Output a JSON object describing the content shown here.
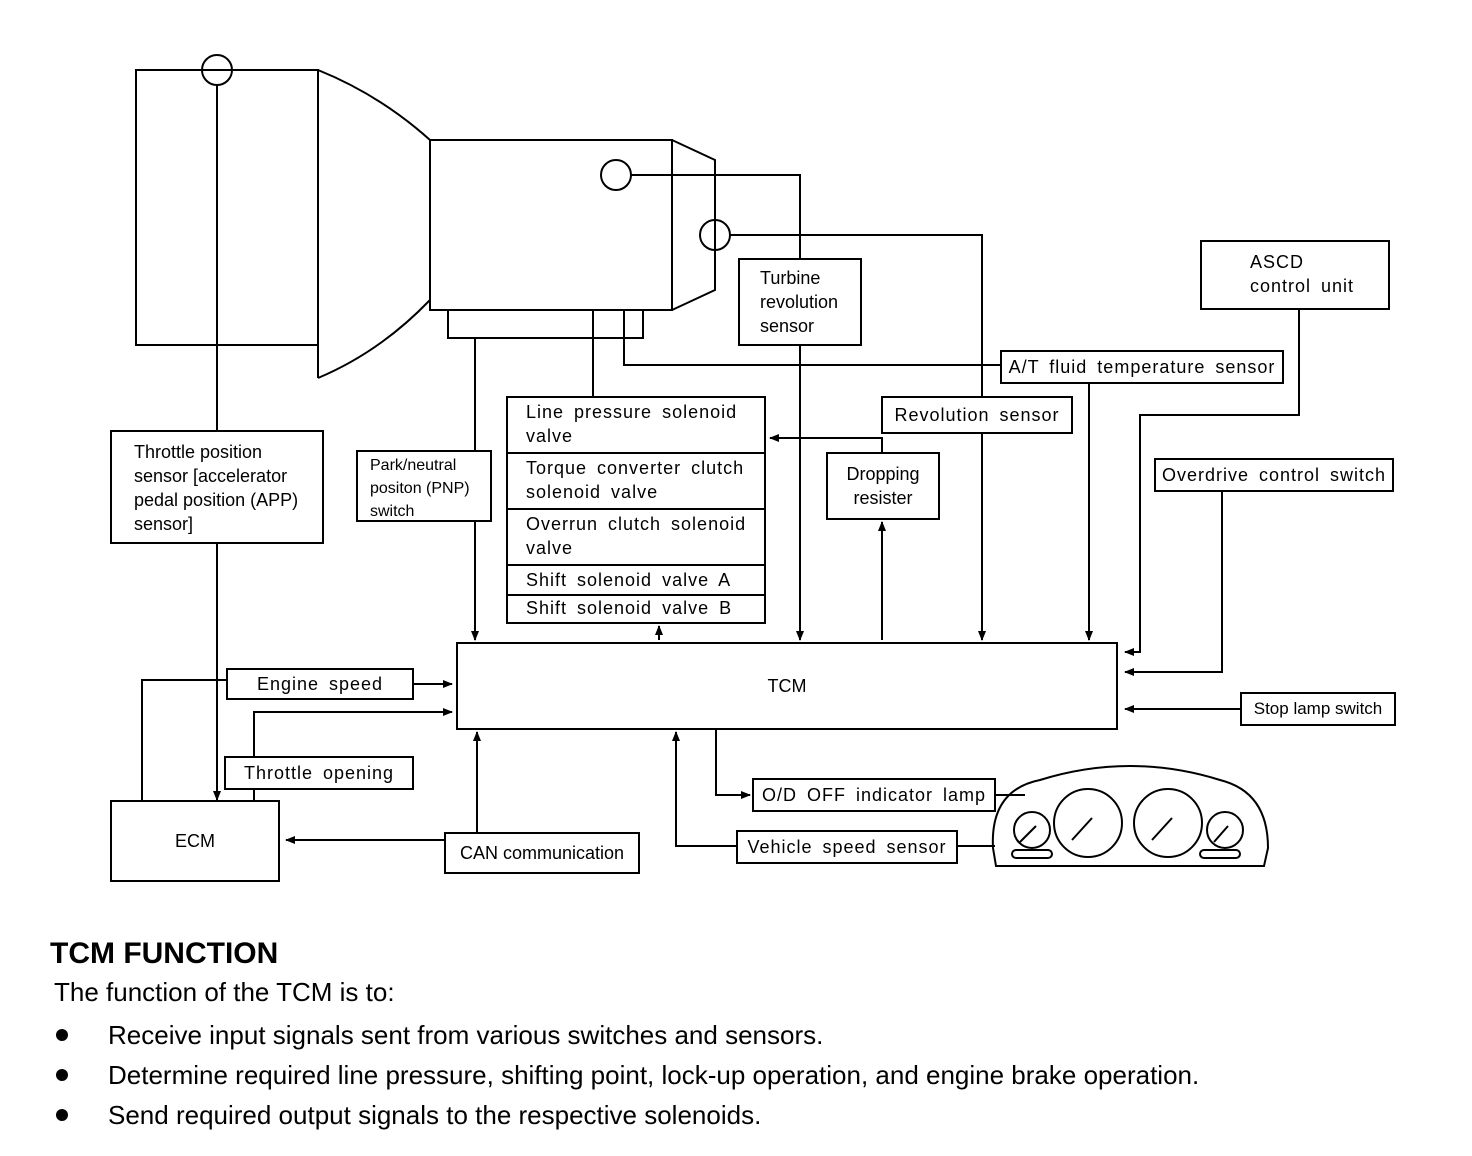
{
  "diagram": {
    "boxes": {
      "turbine": "Turbine\nrevolution\nsensor",
      "ascd": "ASCD\ncontrol unit",
      "atf": "A/T fluid temperature sensor",
      "revolution": "Revolution sensor",
      "dropping": "Dropping\nresister",
      "overdrive": "Overdrive control switch",
      "throttle_sensor": "Throttle position\nsensor [accelerator\npedal position (APP)\nsensor]",
      "pnp": "Park/neutral\npositon (PNP)\nswitch",
      "tcm": "TCM",
      "engine_speed": "Engine speed",
      "throttle_opening": "Throttle opening",
      "ecm": "ECM",
      "can": "CAN communication",
      "stop_lamp": "Stop lamp switch",
      "od_off": "O/D OFF indicator lamp",
      "vss": "Vehicle speed sensor"
    },
    "solenoids": [
      "Line pressure solenoid\nvalve",
      "Torque converter clutch\nsolenoid valve",
      "Overrun clutch solenoid\nvalve",
      "Shift solenoid valve A",
      "Shift solenoid valve B"
    ]
  },
  "section": {
    "title": "TCM FUNCTION",
    "intro": "The function of the TCM is to:",
    "bullets": [
      "Receive input signals sent from various switches and sensors.",
      "Determine required line pressure, shifting point, lock-up operation, and engine brake operation.",
      "Send required output signals to the respective solenoids."
    ]
  }
}
